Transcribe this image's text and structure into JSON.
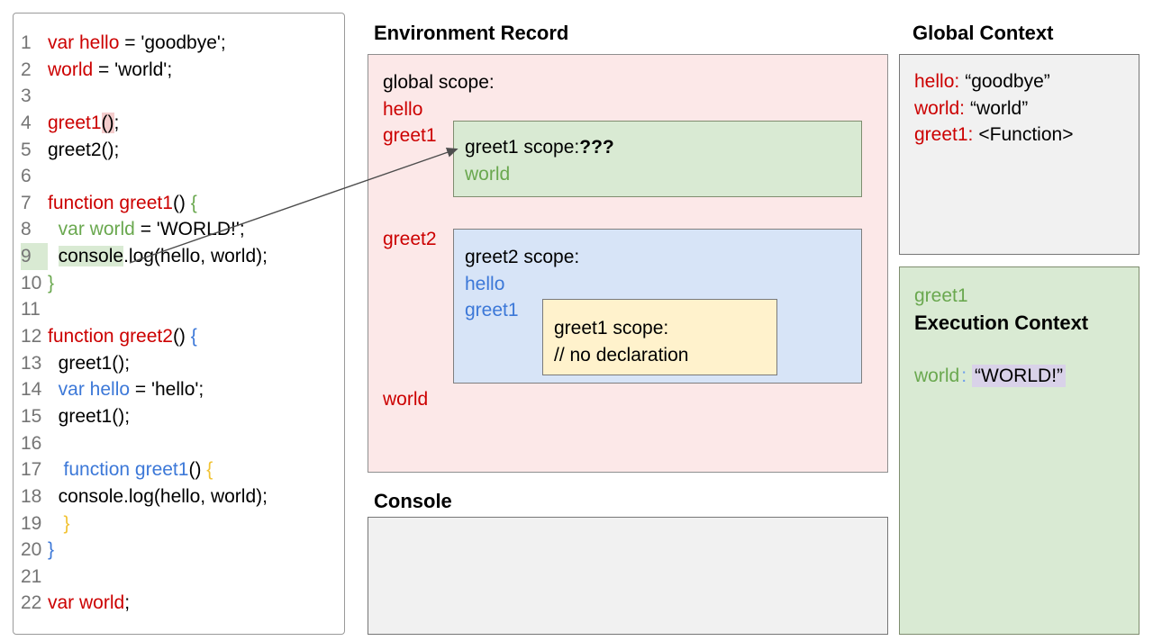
{
  "palette": {
    "red": "#cc0000",
    "green": "#6aa84f",
    "blue": "#3c78d8",
    "yellow": "#f1c232",
    "pink_bg": "#fce8e8",
    "green_bg": "#d9ead3",
    "blue_bg": "#d7e4f7",
    "yellow_bg": "#fff2cc",
    "gray_bg": "#f1f1f1",
    "pink_hl": "#f4cccc",
    "green_hl": "#d9ead3",
    "lavender_hl": "#d9d2e9"
  },
  "code_panel": {
    "lines": [
      {
        "n": "1",
        "segs": [
          {
            "t": "var hello",
            "c": "red"
          },
          {
            "t": " = 'goodbye';",
            "c": "black"
          }
        ]
      },
      {
        "n": "2",
        "segs": [
          {
            "t": "world",
            "c": "red"
          },
          {
            "t": " = 'world';",
            "c": "black"
          }
        ]
      },
      {
        "n": "3",
        "segs": []
      },
      {
        "n": "4",
        "segs": [
          {
            "t": "greet1",
            "c": "red"
          },
          {
            "t": "()",
            "c": "black",
            "hl": "pink"
          },
          {
            "t": ";",
            "c": "black"
          }
        ]
      },
      {
        "n": "5",
        "segs": [
          {
            "t": "greet2();",
            "c": "black"
          }
        ]
      },
      {
        "n": "6",
        "segs": []
      },
      {
        "n": "7",
        "segs": [
          {
            "t": "function greet1",
            "c": "red"
          },
          {
            "t": "() ",
            "c": "black"
          },
          {
            "t": "{",
            "c": "green"
          }
        ]
      },
      {
        "n": "8",
        "segs": [
          {
            "t": "  ",
            "c": "black"
          },
          {
            "t": "var world",
            "c": "green"
          },
          {
            "t": " = 'WORLD!';",
            "c": "black"
          }
        ]
      },
      {
        "n": "9",
        "num_hl": "green",
        "segs": [
          {
            "t": "  ",
            "c": "black"
          },
          {
            "t": "console",
            "c": "black",
            "hl": "green"
          },
          {
            "t": ".log(hello, world);",
            "c": "black"
          }
        ]
      },
      {
        "n": "10",
        "segs": [
          {
            "t": "}",
            "c": "green"
          }
        ]
      },
      {
        "n": "11",
        "segs": []
      },
      {
        "n": "12",
        "segs": [
          {
            "t": "function greet2",
            "c": "red"
          },
          {
            "t": "() ",
            "c": "black"
          },
          {
            "t": "{",
            "c": "blue"
          }
        ]
      },
      {
        "n": "13",
        "segs": [
          {
            "t": "  greet1();",
            "c": "black"
          }
        ]
      },
      {
        "n": "14",
        "segs": [
          {
            "t": "  ",
            "c": "black"
          },
          {
            "t": "var hello",
            "c": "blue"
          },
          {
            "t": " = 'hello';",
            "c": "black"
          }
        ]
      },
      {
        "n": "15",
        "segs": [
          {
            "t": "  greet1();",
            "c": "black"
          }
        ]
      },
      {
        "n": "16",
        "segs": []
      },
      {
        "n": "17",
        "segs": [
          {
            "t": "   ",
            "c": "black"
          },
          {
            "t": "function greet1",
            "c": "blue"
          },
          {
            "t": "() ",
            "c": "black"
          },
          {
            "t": "{",
            "c": "yellow"
          }
        ]
      },
      {
        "n": "18",
        "segs": [
          {
            "t": "  console.log(hello, world);",
            "c": "black"
          }
        ]
      },
      {
        "n": "19",
        "segs": [
          {
            "t": "   ",
            "c": "black"
          },
          {
            "t": "}",
            "c": "yellow"
          }
        ]
      },
      {
        "n": "20",
        "segs": [
          {
            "t": "}",
            "c": "blue"
          }
        ]
      },
      {
        "n": "21",
        "segs": []
      },
      {
        "n": "22",
        "segs": [
          {
            "t": "var world",
            "c": "red"
          },
          {
            "t": ";",
            "c": "black"
          }
        ]
      }
    ]
  },
  "environment_record": {
    "title": "Environment Record",
    "global_scope": {
      "label": "global scope:",
      "var1": "hello",
      "var2": "greet1",
      "var3": "greet2",
      "var4": "world"
    },
    "greet1_scope": {
      "label": "greet1 scope:",
      "unknown": "???",
      "var1": "world"
    },
    "greet2_scope": {
      "label": "greet2 scope:",
      "var1": "hello",
      "var2": "greet1"
    },
    "inner_greet1_scope": {
      "label": "greet1 scope:",
      "comment": "// no declaration"
    }
  },
  "console": {
    "title": "Console",
    "output": ""
  },
  "global_context": {
    "title": "Global Context",
    "rows": [
      {
        "name": "hello:",
        "value": "“goodbye”"
      },
      {
        "name": "world:",
        "value": "“world”"
      },
      {
        "name": "greet1:",
        "value": "<Function>"
      }
    ]
  },
  "execution_context": {
    "function_name": "greet1",
    "title": "Execution Context",
    "var_name": "world",
    "colon": ":",
    "value": "“WORLD!”"
  }
}
